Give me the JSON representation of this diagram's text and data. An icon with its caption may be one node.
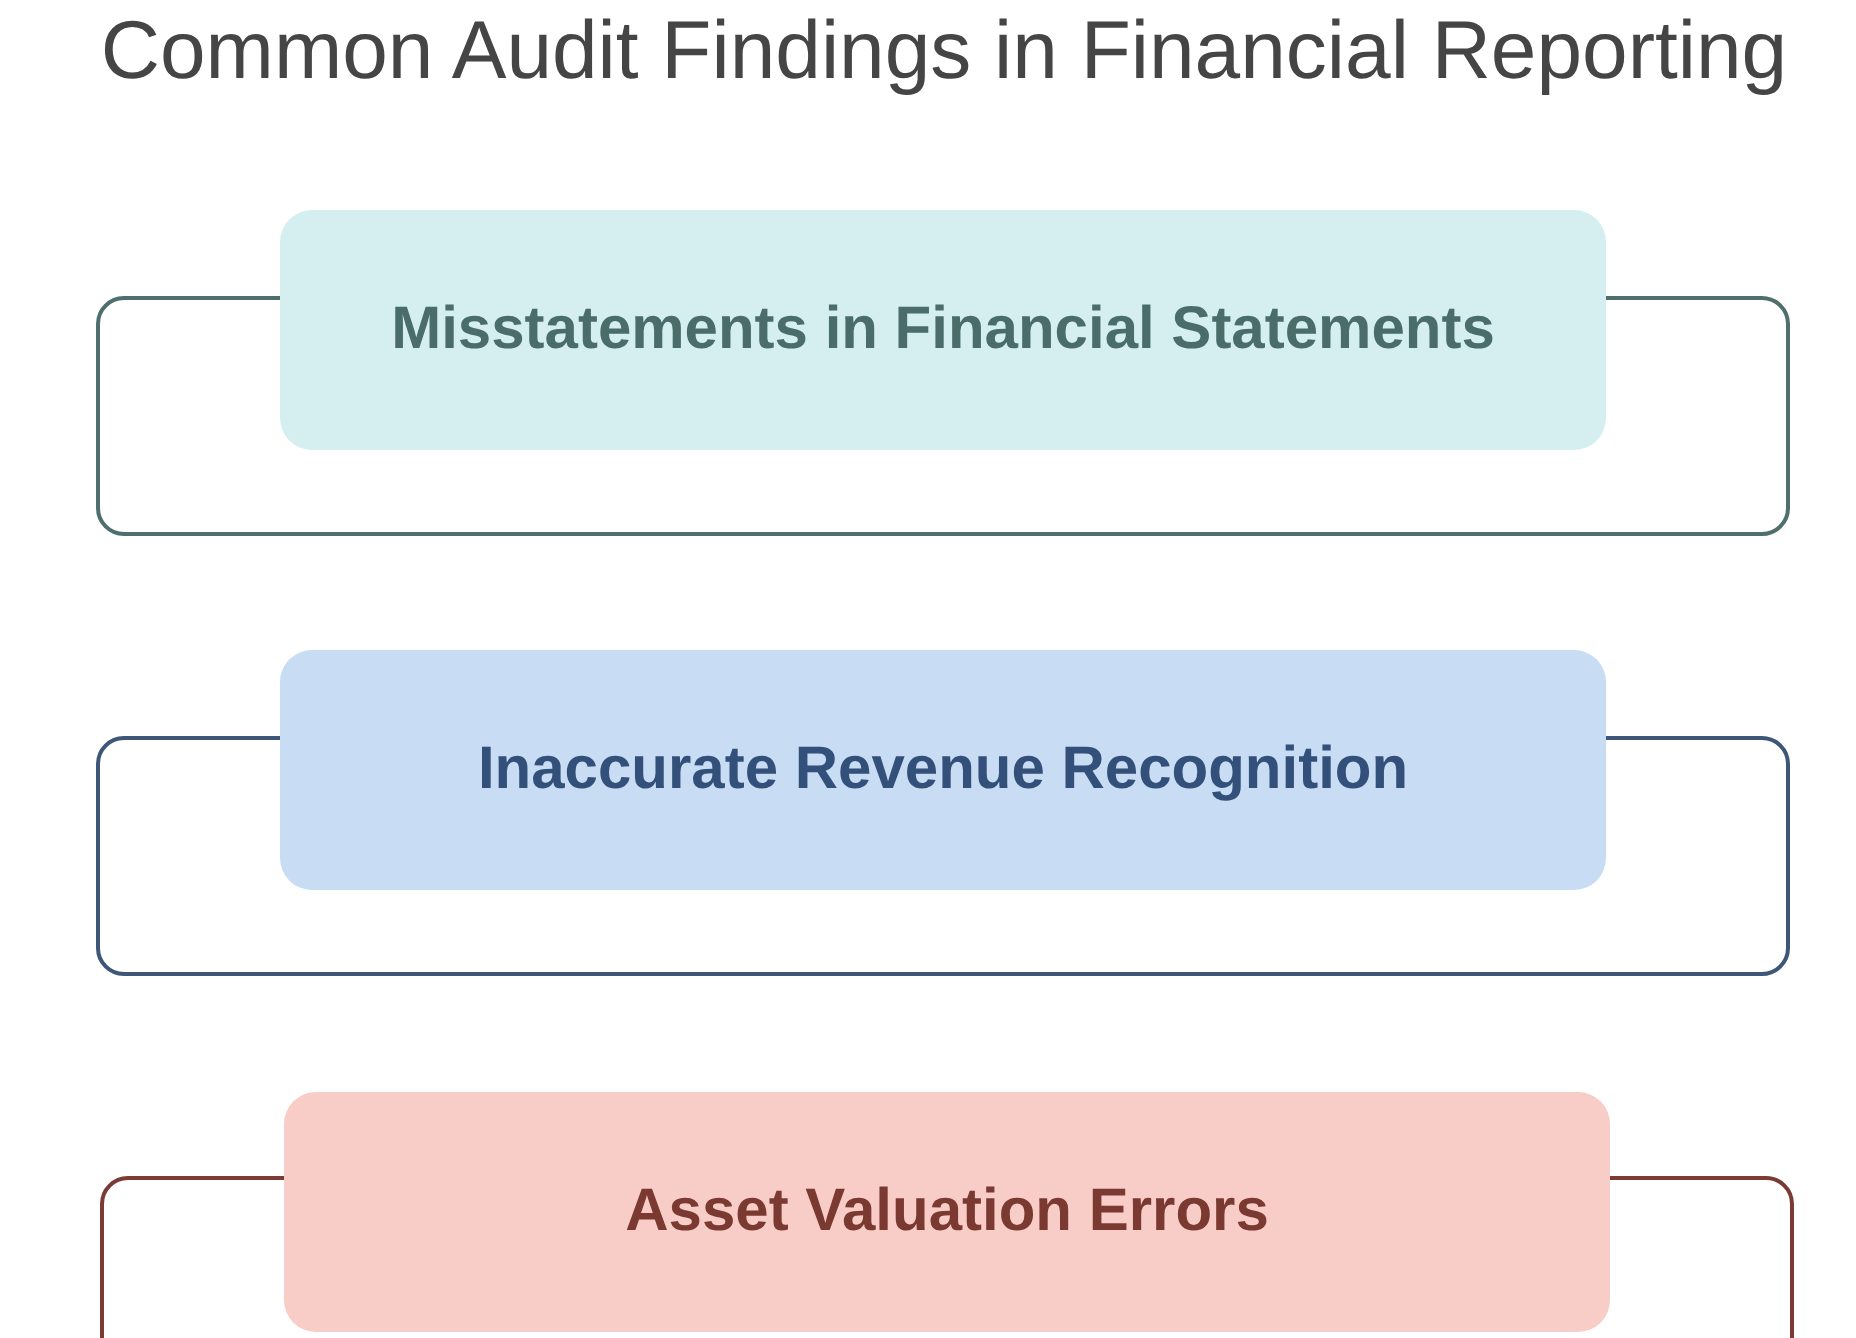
{
  "diagram": {
    "title": "Common Audit Findings in Financial Reporting",
    "nodes": [
      {
        "text": [
          "Misstatements in Financial Statements"
        ]
      },
      {
        "text": [
          "Inaccurate Revenue Recognition"
        ]
      },
      {
        "text": [
          "Asset Valuation Errors"
        ]
      }
    ]
  }
}
